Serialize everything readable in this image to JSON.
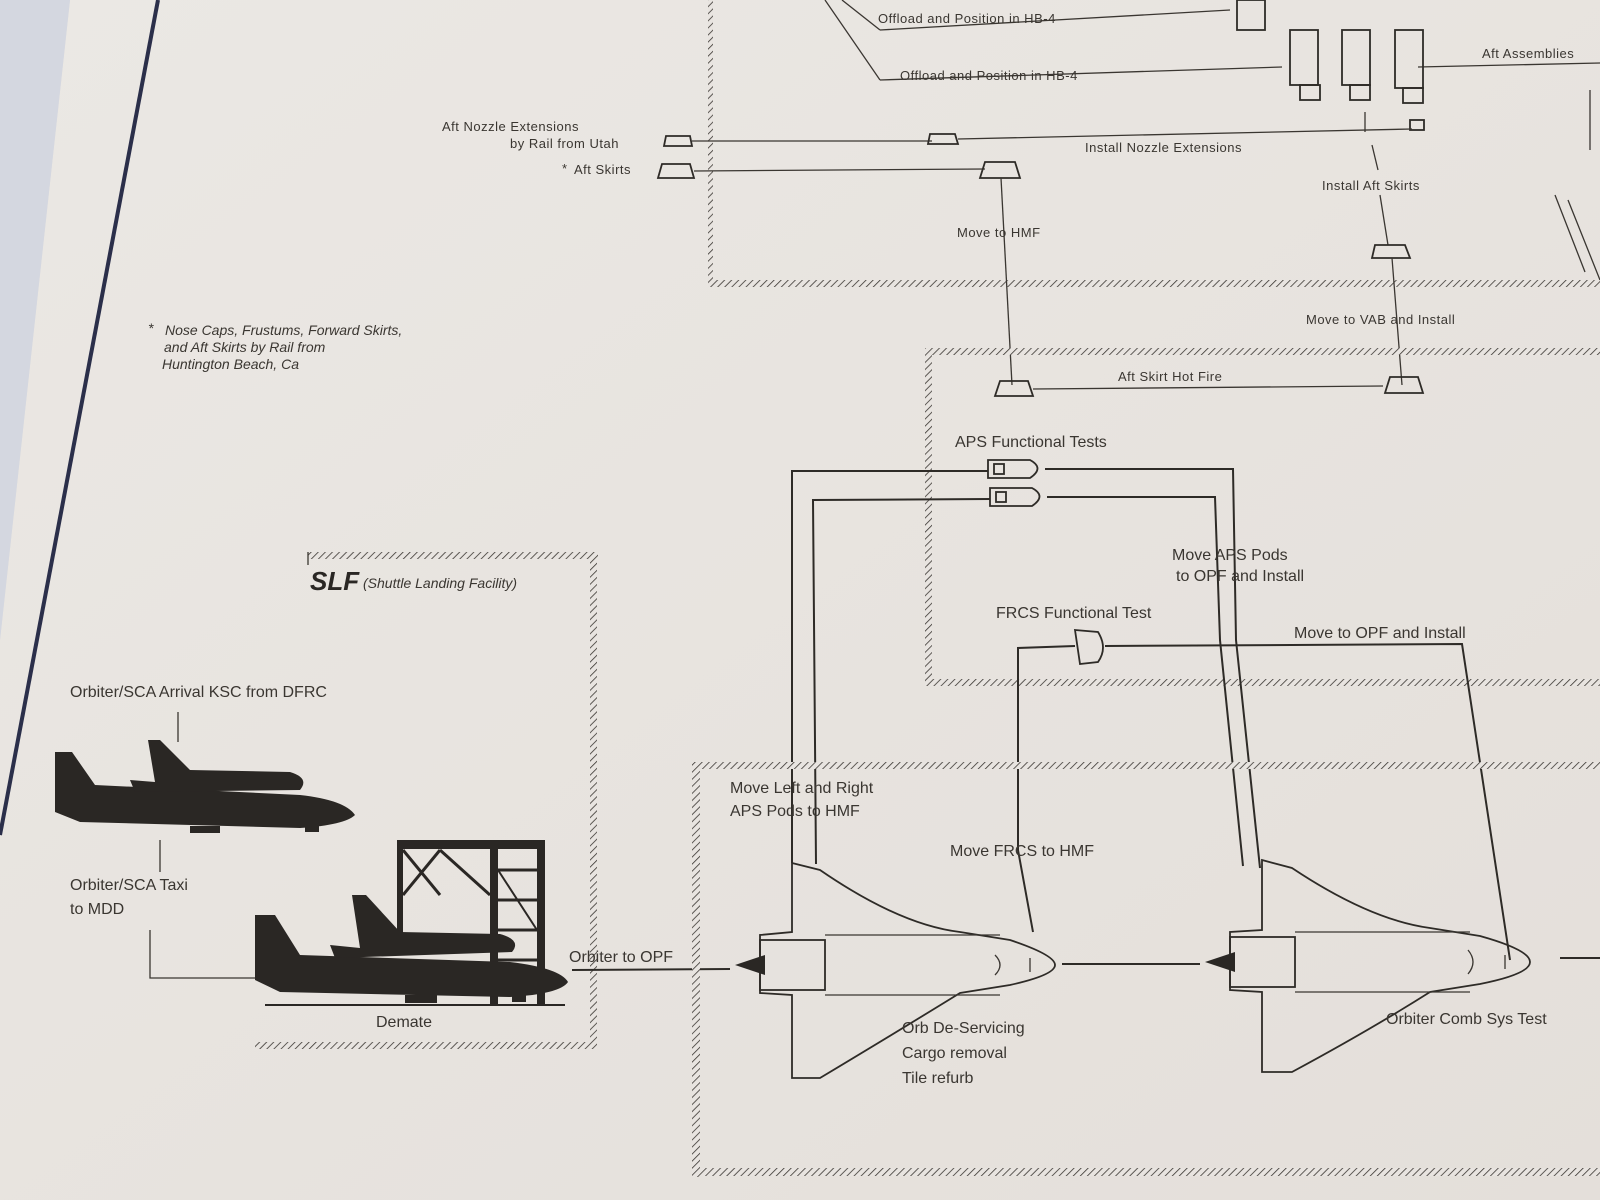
{
  "labels": {
    "offload1": "Offload and Position in HB-4",
    "offload2": "Offload and Position in HB-4",
    "aft_assemblies": "Aft Assemblies",
    "aft_nozzle_line1": "Aft Nozzle Extensions",
    "aft_nozzle_line2": "by Rail from Utah",
    "aft_skirts": "Aft Skirts",
    "aft_skirts_star": "*",
    "install_nozzle": "Install Nozzle Extensions",
    "install_aft_skirts": "Install Aft Skirts",
    "move_to_hmf": "Move to HMF",
    "move_to_vab": "Move to VAB and Install",
    "aft_skirt_hot_fire": "Aft Skirt Hot Fire",
    "note_line1": "Nose Caps, Frustums, Forward Skirts,",
    "note_line2": "and Aft Skirts by Rail from",
    "note_line3": "Huntington Beach, Ca",
    "note_star": "*",
    "aps_functional_tests": "APS Functional Tests",
    "move_aps_line1": "Move APS Pods",
    "move_aps_line2": "to OPF and Install",
    "frcs_functional_test": "FRCS Functional Test",
    "move_to_opf_install": "Move to OPF and Install",
    "slf_abbr": "SLF",
    "slf_full": "(Shuttle Landing Facility)",
    "arrival": "Orbiter/SCA Arrival KSC from DFRC",
    "taxi_line1": "Orbiter/SCA Taxi",
    "taxi_line2": "to MDD",
    "demate": "Demate",
    "orbiter_to_opf": "Orbiter to OPF",
    "move_lr_aps_line1": "Move Left and Right",
    "move_lr_aps_line2": "APS Pods to HMF",
    "move_frcs_to_hmf": "Move FRCS to HMF",
    "deservicing_line1": "Orb De-Servicing",
    "deservicing_line2": "Cargo removal",
    "deservicing_line3": "Tile refurb",
    "comb_sys_test": "Orbiter Comb Sys Test"
  },
  "colors": {
    "paper": "#e8e4e0",
    "ink": "#2e2b27",
    "margin_line": "#2b2f4a"
  }
}
